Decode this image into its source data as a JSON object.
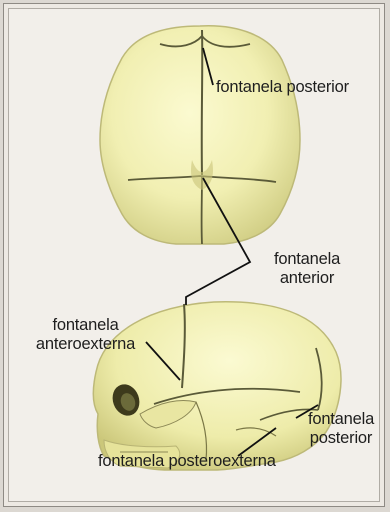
{
  "labels": {
    "top_posterior": "fontanela posterior",
    "anterior_line1": "fontanela",
    "anterior_line2": "anterior",
    "anteroexterna_line1": "fontanela",
    "anteroexterna_line2": "anteroexterna",
    "side_posterior_line1": "fontanela",
    "side_posterior_line2": "posterior",
    "posteroexterna": "fontanela posteroexterna"
  },
  "colors": {
    "bone": "#f1efb2",
    "bone_shadow": "#cfcc7e",
    "suture": "#5a5a38",
    "leader": "#111111"
  }
}
